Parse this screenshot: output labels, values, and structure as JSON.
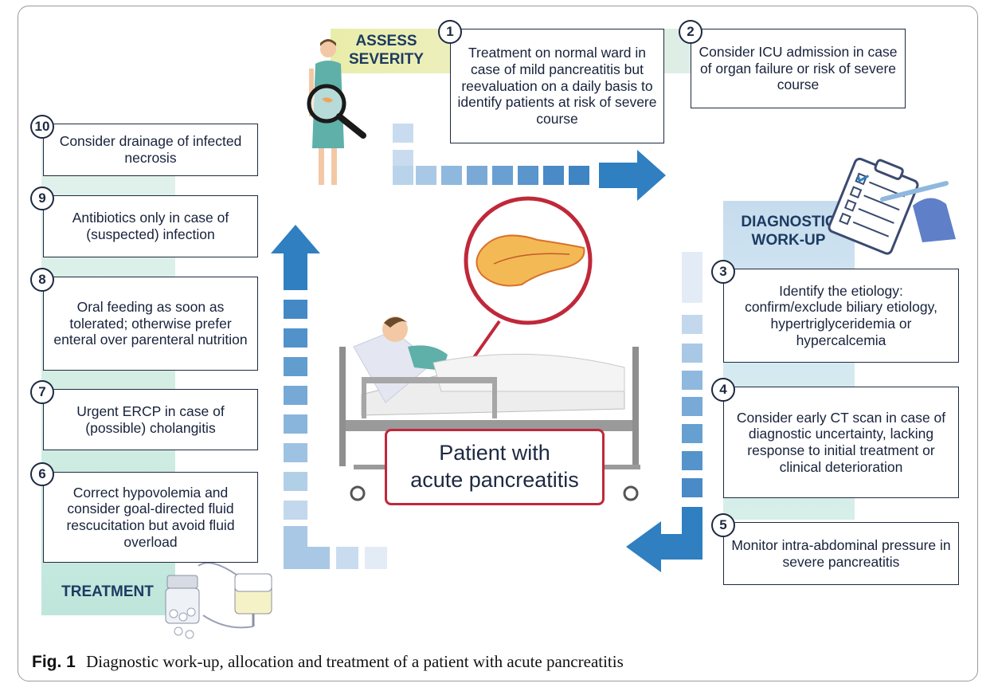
{
  "headings": {
    "assess": "ASSESS\nSEVERITY",
    "diagnostic": "DIAGNOSTIC\nWORK-UP",
    "treatment": "TREATMENT"
  },
  "center_label": "Patient with\nacute pancreatitis",
  "steps": [
    {
      "number": "1",
      "text": "Treatment on normal ward in case of mild pancreatitis but reevaluation on a daily basis to identify patients at risk of severe course"
    },
    {
      "number": "2",
      "text": "Consider ICU admission in case of organ failure or risk of severe course"
    },
    {
      "number": "3",
      "text": "Identify the etiology: confirm/exclude biliary etiology, hypertriglyceridemia or hypercalcemia"
    },
    {
      "number": "4",
      "text": "Consider early CT scan in case of diagnostic uncertainty, lacking response to initial treatment or clinical deterioration"
    },
    {
      "number": "5",
      "text": "Monitor intra-abdominal pressure in severe pancreatitis"
    },
    {
      "number": "6",
      "text": "Correct hypovolemia and consider goal-directed fluid rescucitation but avoid fluid overload"
    },
    {
      "number": "7",
      "text": "Urgent ERCP in case of (possible) cholangitis"
    },
    {
      "number": "8",
      "text": "Oral feeding as soon as tolerated; otherwise prefer enteral over parenteral nutrition"
    },
    {
      "number": "9",
      "text": "Antibiotics only in case of (suspected) infection"
    },
    {
      "number": "10",
      "text": "Consider drainage of infected necrosis"
    }
  ],
  "caption": {
    "label": "Fig. 1",
    "text": "Diagnostic work-up, allocation and treatment of a patient with acute pancreatitis"
  },
  "colors": {
    "arrow_blue": "#2f7fc1",
    "pale_blue": "#c9dcef",
    "band_green": "#cfe9d8",
    "band_yellow": "#eef0b8",
    "accent_red": "#c0283a",
    "navy": "#1d2940"
  },
  "icons": [
    "magnifier-icon",
    "clipboard-checklist-icon",
    "pill-bottle-icon",
    "iv-bag-icon",
    "pancreas-icon",
    "hospital-bed-icon"
  ]
}
